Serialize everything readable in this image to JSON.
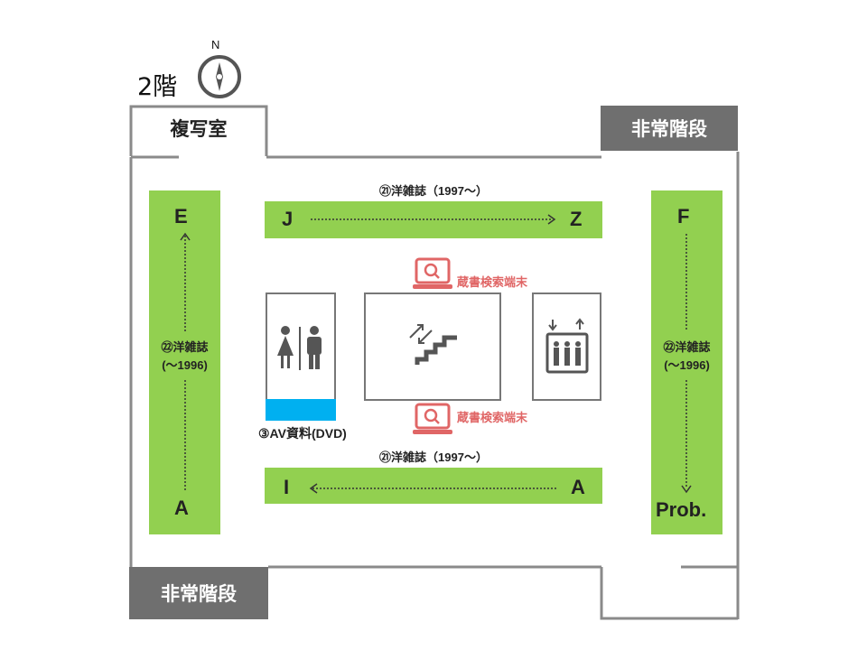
{
  "floor": {
    "label": "2階",
    "compass_north": "N"
  },
  "rooms": {
    "copy_room": "複写室",
    "emergency_stairs_top_right": "非常階段",
    "emergency_stairs_bottom_left": "非常階段"
  },
  "shelves": {
    "left": {
      "top_letter": "E",
      "bottom_letter": "A",
      "label_line1": "㉒洋雑誌",
      "label_line2": "(～1996)"
    },
    "right": {
      "top_letter": "F",
      "bottom_letter": "Prob.",
      "label_line1": "㉒洋雑誌",
      "label_line2": "(～1996)"
    },
    "top": {
      "title": "㉑洋雑誌（1997～）",
      "start_letter": "J",
      "end_letter": "Z"
    },
    "bottom": {
      "title": "㉑洋雑誌（1997～）",
      "start_letter": "I",
      "end_letter": "A"
    }
  },
  "terminals": {
    "upper": "蔵書検索端末",
    "lower": "蔵書検索端末"
  },
  "av": {
    "label": "③AV資料(DVD)"
  },
  "icons": [
    "compass-icon",
    "restroom-icon",
    "escalator-icon",
    "elevator-icon",
    "search-terminal-icon"
  ],
  "colors": {
    "shelf": "#92d050",
    "stairs": "#6f6f6f",
    "av_shelf": "#00b0f0",
    "terminal": "#e06666"
  }
}
